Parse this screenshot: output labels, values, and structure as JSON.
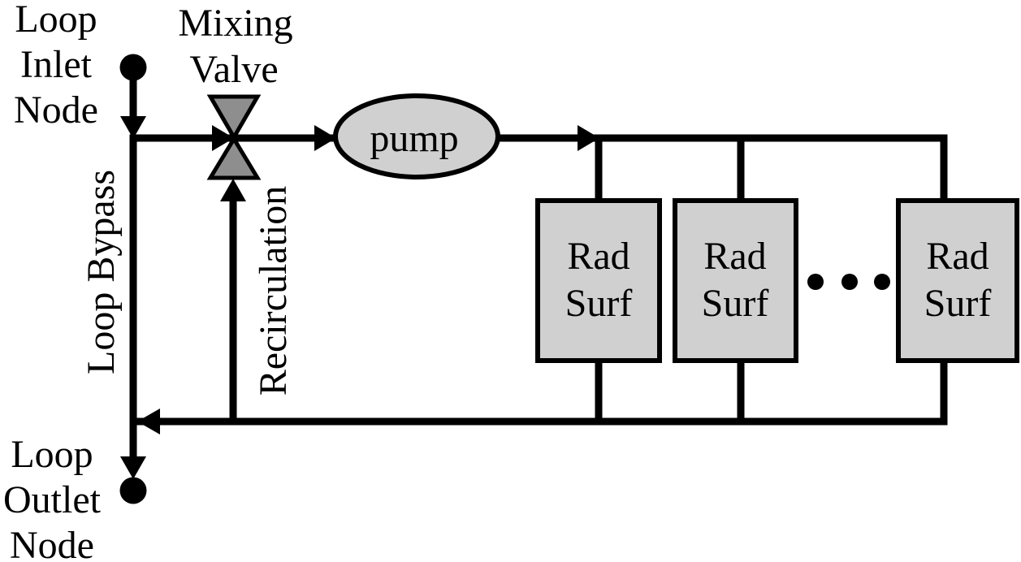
{
  "diagram": {
    "type": "hydronic-low-temperature-radiant-loop-schematic",
    "labels": {
      "loop_inlet_node": {
        "line1": "Loop",
        "line2": "Inlet",
        "line3": "Node"
      },
      "mixing_valve": {
        "line1": "Mixing",
        "line2": "Valve"
      },
      "loop_bypass": "Loop Bypass",
      "recirculation": "Recirculation",
      "pump": "pump",
      "rad_surf_1": {
        "line1": "Rad",
        "line2": "Surf"
      },
      "rad_surf_2": {
        "line1": "Rad",
        "line2": "Surf"
      },
      "rad_surf_3": {
        "line1": "Rad",
        "line2": "Surf"
      },
      "loop_outlet_node": {
        "line1": "Loop",
        "line2": "Outlet",
        "line3": "Node"
      },
      "ellipsis": "..."
    },
    "colors": {
      "line": "#000000",
      "component_fill": "#d0d0d0",
      "valve_fill": "#8e8e8e",
      "node_fill": "#000000",
      "background": "#ffffff"
    }
  }
}
